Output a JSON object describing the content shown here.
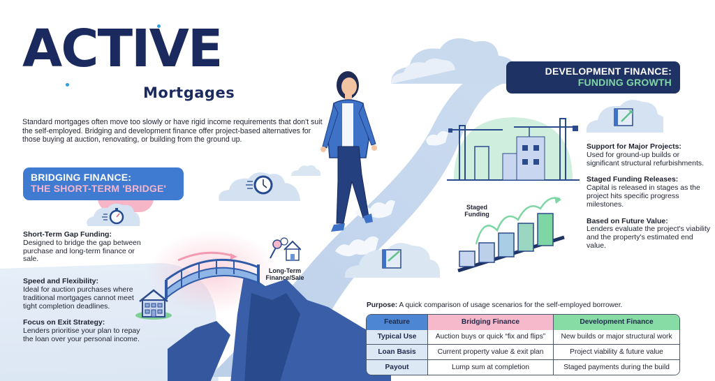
{
  "brand": {
    "logo_word": "ACTIVE",
    "logo_sub": "Mortgages",
    "colors": {
      "navy": "#1b2a5e",
      "accent_blue": "#3f7bd0",
      "pink": "#f6b8cb",
      "green": "#86dca4",
      "dot_blue": "#2e9ee0"
    }
  },
  "intro": {
    "text": "Standard mortgages often move too slowly or have rigid income requirements that don't suit the self-employed. Bridging and development finance offer project-based alternatives for those buying at auction, renovating, or building from the ground up."
  },
  "bridging": {
    "title_line1": "BRIDGING FINANCE:",
    "title_line2": "THE SHORT-TERM 'BRIDGE'",
    "points": [
      {
        "heading": "Short-Term Gap Funding:",
        "body": "Designed to bridge the gap between purchase and long-term finance or sale."
      },
      {
        "heading": "Speed and Flexibility:",
        "body": "Ideal for auction purchases where traditional mortgages cannot meet tight completion deadlines."
      },
      {
        "heading": "Focus on Exit Strategy:",
        "body": "Lenders prioritise your plan to repay the loan over your personal income."
      }
    ],
    "illustration_label": "Long-Term Finance/Sale"
  },
  "development": {
    "title_line1": "DEVELOPMENT FINANCE:",
    "title_line2": "FUNDING GROWTH",
    "staged_label": "Staged Funding",
    "points": [
      {
        "heading": "Support for Major Projects:",
        "body": "Used for ground-up builds or significant structural refurbishments."
      },
      {
        "heading": "Staged Funding Releases:",
        "body": "Capital is released in stages as the project hits specific progress milestones."
      },
      {
        "heading": "Based on Future Value:",
        "body": "Lenders evaluate the project's viability and the property's estimated end value."
      }
    ]
  },
  "comparison": {
    "purpose_label": "Purpose:",
    "purpose_text": " A quick comparison of usage scenarios for the self-employed borrower.",
    "headers": [
      "Feature",
      "Bridging Finance",
      "Development Finance"
    ],
    "rows": [
      [
        "Typical Use",
        "Auction buys or quick “fix and flips”",
        "New builds or major structural work"
      ],
      [
        "Loan Basis",
        "Current property value & exit plan",
        "Project viability & future value"
      ],
      [
        "Payout",
        "Lump sum at completion",
        "Staged payments during the build"
      ]
    ]
  },
  "icons": {
    "stopwatch": "stopwatch-icon",
    "clock": "clock-icon",
    "blueprint": "blueprint-icon",
    "house": "house-icon",
    "key_house": "key-house-icon",
    "bridge": "bridge-icon",
    "construction": "construction-icon",
    "staged_blocks": "staged-blocks-icon",
    "woman": "walking-woman-illustration"
  }
}
